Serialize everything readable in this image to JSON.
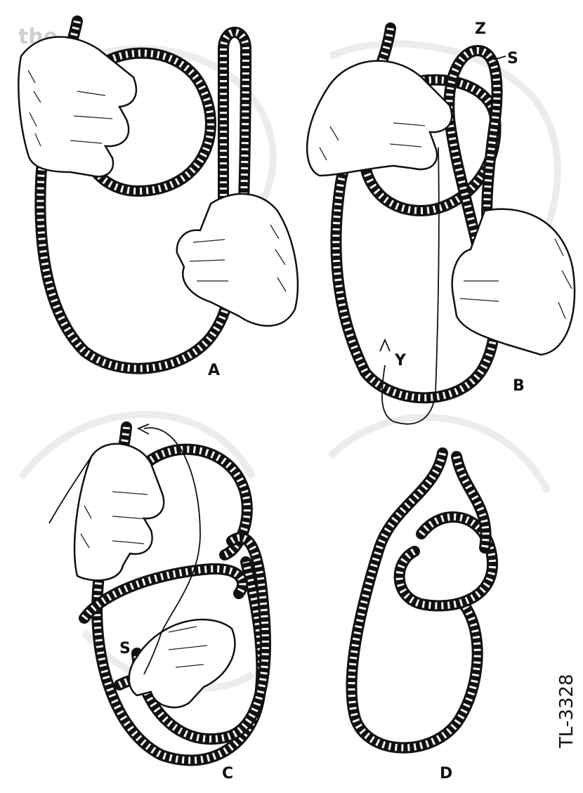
{
  "figure": {
    "panel_labels": {
      "a": "A",
      "b": "B",
      "c": "C",
      "d": "D"
    },
    "callouts": {
      "b_z": "Z",
      "b_s": "S",
      "b_y": "Y",
      "c_s": "S"
    },
    "figure_code": "TL-3328",
    "header_fragment": "the"
  },
  "colors": {
    "ink": "#111111",
    "paper": "#ffffff"
  }
}
